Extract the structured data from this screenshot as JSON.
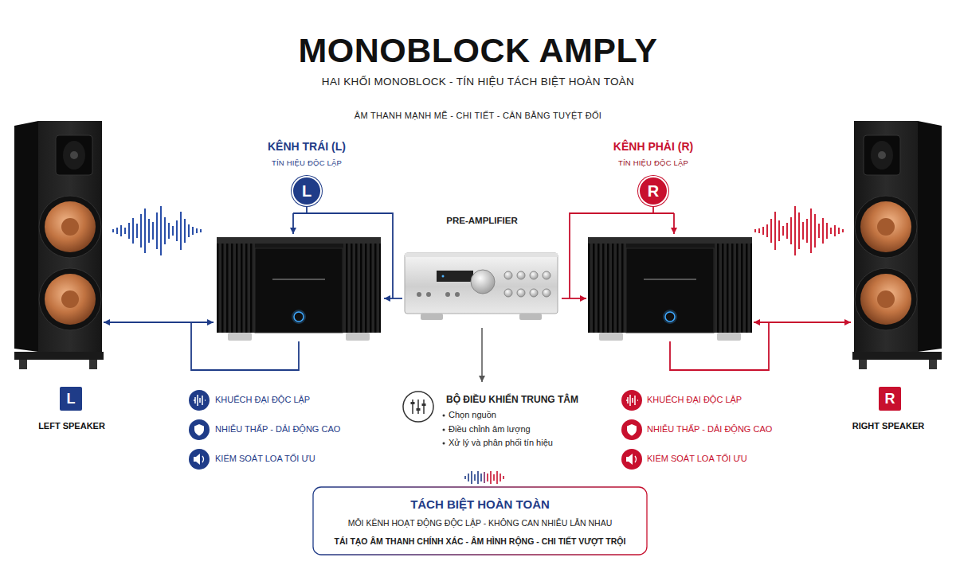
{
  "diagram": {
    "title": "MONOBLOCK AMPLY",
    "nodes": [
      {
        "text": [
          "L",
          "LEFT SPEAKER"
        ]
      },
      {
        "text": [
          "KÊNH TRÁI (L)",
          "TÍN HIỆU ĐỘC LẬP",
          "L"
        ]
      },
      {
        "text": [
          "PRE-AMPLIFIER"
        ]
      },
      {
        "text": [
          "KÊNH PHẢI (R)",
          "TÍN HIỆU ĐỘC LẬP",
          "R"
        ]
      },
      {
        "text": [
          "R",
          "RIGHT SPEAKER"
        ]
      },
      {
        "text": [
          "TÁCH BIỆT HOÀN TOÀN",
          "MỖI KÊNH HOẠT ĐỘNG ĐỘC LẬP - KHÔNG CAN NHIỄU LẪN NHAU",
          "TÁI TẠO ÂM THANH CHÍNH XÁC - ÂM HÌNH RỘNG - CHI TIẾT VƯỢT TRỘI"
        ]
      }
    ],
    "edges": [
      {
        "from": 2,
        "to": 1,
        "arrow": "to"
      },
      {
        "from": 2,
        "to": 3,
        "arrow": "to"
      },
      {
        "from": 1,
        "to": 0,
        "arrow": "both"
      },
      {
        "from": 3,
        "to": 4,
        "arrow": "both"
      }
    ],
    "labels": [
      "HAI KHỐI MONOBLOCK - TÍN HIỆU TÁCH BIỆT HOÀN TOÀN",
      "ÂM THANH MẠNH MẼ - CHI TIẾT - CÂN BẰNG TUYỆT ĐỐI",
      "KHUẾCH ĐẠI ĐỘC LẬP",
      "NHIỄU THẤP - DẢI ĐỘNG CAO",
      "KIỂM SOÁT LOA TỐI ƯU",
      "BỘ ĐIỀU KHIỂN TRUNG TÂM",
      "Chọn nguồn",
      "Điều chỉnh âm lượng",
      "Xử lý và phân phối tín hiệu",
      "KHUẾCH ĐẠI ĐỘC LẬP",
      "NHIỄU THẤP - DẢI ĐỘNG CAO",
      "KIỂM SOÁT LOA TỐI ƯU"
    ]
  }
}
